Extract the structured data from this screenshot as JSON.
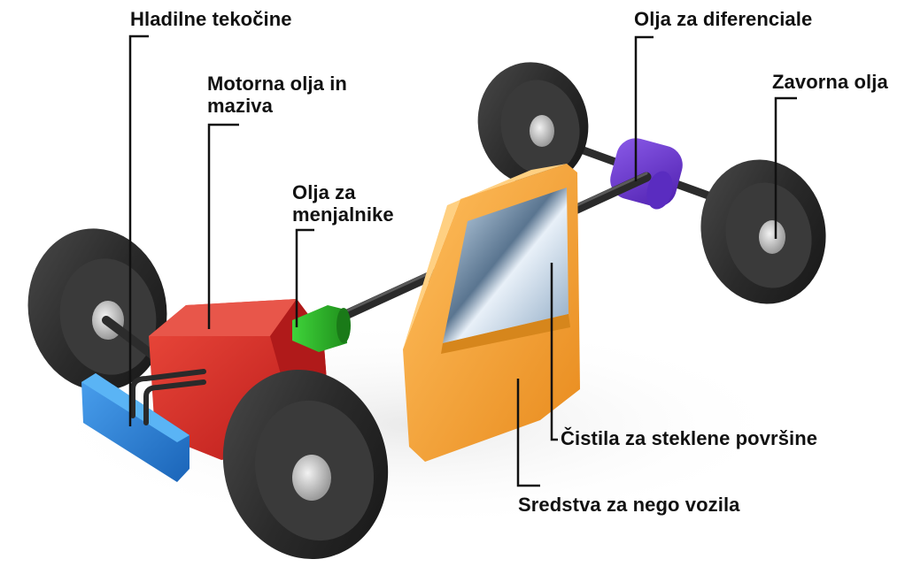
{
  "labels": {
    "coolant": "Hladilne tekočine",
    "engine_line1": "Motorna olja in",
    "engine_line2": "maziva",
    "gearbox_line1": "Olja za",
    "gearbox_line2": "menjalnike",
    "differential": "Olja za diferenciale",
    "brake": "Zavorna olja",
    "glass_cleaner": "Čistila za steklene površine",
    "car_care": "Sredstva za nego vozila"
  },
  "part_colors": {
    "coolant_tank": "#2a7fd4",
    "engine_block": "#d42a2a",
    "gearbox": "#2fb52a",
    "differential": "#6a30c8",
    "door": "#f4a035",
    "tire": "#2b2b2b",
    "leader_line": "#111111"
  }
}
